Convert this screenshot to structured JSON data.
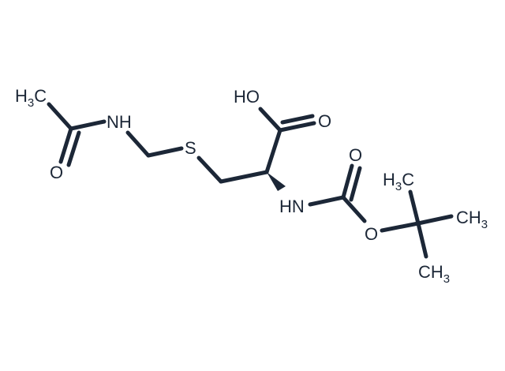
{
  "molecule": {
    "atoms": {
      "ch3_left": {
        "base": "H",
        "sub": "3",
        "tail": "C"
      },
      "nh_left": "NH",
      "o_left": "O",
      "s": "S",
      "oh": "HO",
      "o_acid": "O",
      "hn_center": "HN",
      "o_carbonyl": "O",
      "o_ester": "O",
      "ch3_top": {
        "base": "H",
        "sub": "3",
        "tail": "C"
      },
      "ch3_right": {
        "base": "CH",
        "sub": "3"
      },
      "ch3_bottom": {
        "base": "CH",
        "sub": "3"
      }
    }
  }
}
